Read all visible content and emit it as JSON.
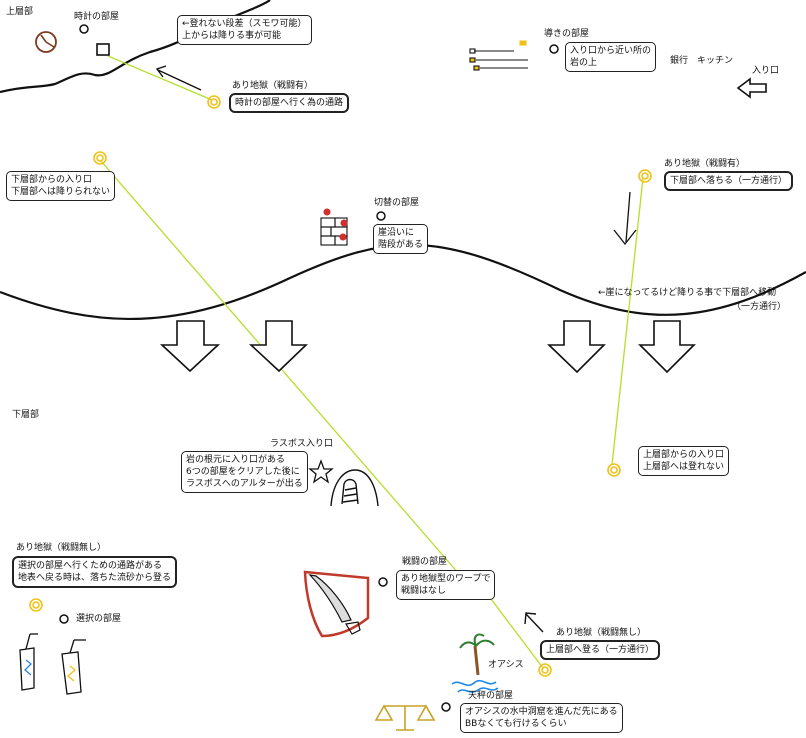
{
  "upper": {
    "area_label": "上層部",
    "clock_room": "時計の部屋",
    "step_note": [
      "←登れない段差（スモワ可能）",
      "上からは降りる事が可能"
    ],
    "hell_title": "あり地獄（戦闘有）",
    "hell_desc": "時計の部屋へ行く為の通路",
    "guide_room": "導きの部屋",
    "guide_desc": [
      "入り口から近い所の",
      "岩の上"
    ],
    "bank_kitchen": "銀行　キッチン",
    "entrance": "入り口"
  },
  "middle": {
    "lower_entrance": [
      "下層部からの入り口",
      "下層部へは降りられない"
    ],
    "switch_room": "切替の部屋",
    "switch_desc": [
      "崖沿いに",
      "階段がある"
    ],
    "hell_title": "あり地獄（戦闘有）",
    "hell_desc": "下層部へ落ちる（一方通行）",
    "cliff_note": "←崖になってるけど降りる事で下層部へ移動",
    "cliff_note2": "（一方通行）"
  },
  "lower": {
    "area_label": "下層部",
    "lasboss_entrance": "ラスボス入り口",
    "lasboss_desc": [
      "岩の根元に入り口がある",
      "6つの部屋をクリアした後に",
      "ラスボスへのアルターが出る"
    ],
    "upper_entrance": [
      "上層部からの入り口",
      "上層部へは登れない"
    ],
    "hell_left_title": "あり地獄（戦闘無し）",
    "hell_left_desc": [
      "選択の部屋へ行くための通路がある",
      "地表へ戻る時は、落ちた流砂から登る"
    ],
    "select_room": "選択の部屋",
    "battle_room": "戦闘の部屋",
    "battle_desc": [
      "あり地獄型のワープで",
      "戦闘はなし"
    ],
    "hell_right_title": "あり地獄（戦闘無し）",
    "hell_right_desc": "上層部へ登る（一方通行）",
    "oasis": "オアシス",
    "balance_room": "天秤の部屋",
    "balance_desc": [
      "オアシスの水中洞窟を進んだ先にある",
      "BBなくても行けるくらい"
    ]
  },
  "icons": [
    "clock-icon",
    "square-room-icon",
    "sand-vortex-icon",
    "arrow-icon",
    "wall-icon",
    "star-icon",
    "rock-cave-icon",
    "shield-icon",
    "cup-icon",
    "palm-tree-icon",
    "balance-scale-icon"
  ],
  "colors": {
    "warp_line": "#b5e02a",
    "vortex": "#f2c21a",
    "ink": "#111111",
    "clock": "#7a3b20",
    "shield_red": "#c0392b",
    "oasis_water": "#1e88e5",
    "scale": "#c9a227"
  }
}
